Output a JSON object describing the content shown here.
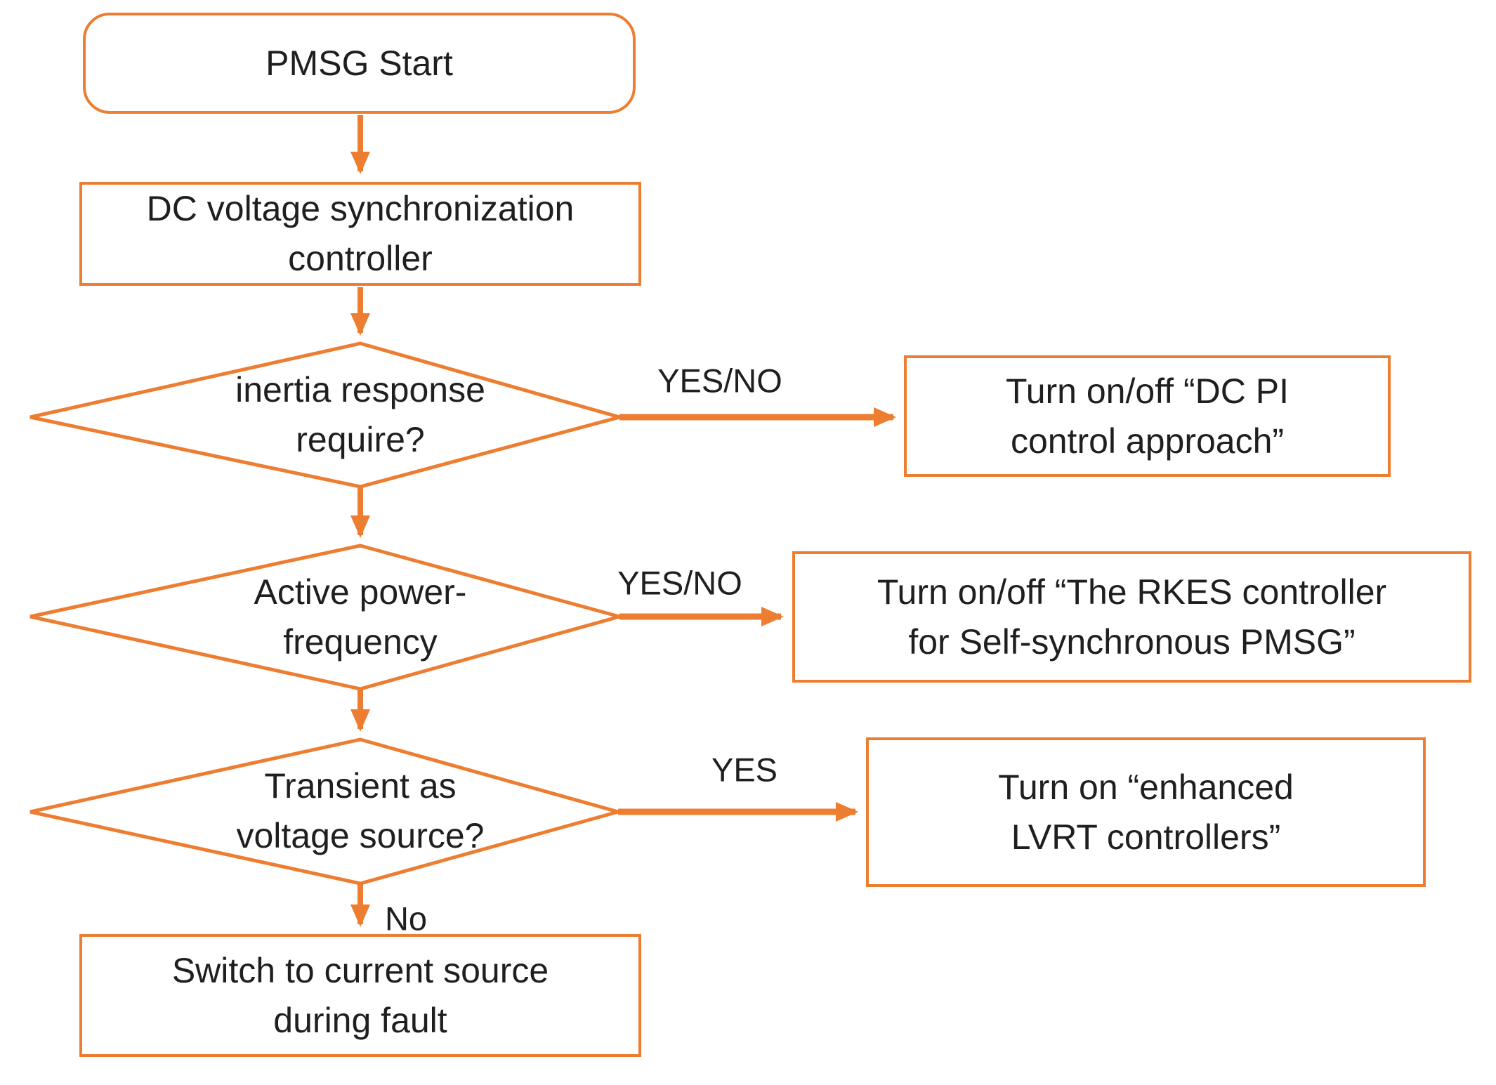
{
  "diagram": {
    "type": "flowchart",
    "accent_color": "#ED7D31",
    "text_color": "#1f1f1f",
    "nodes": {
      "start": {
        "label": "PMSG Start"
      },
      "dc_sync": {
        "line1": "DC voltage synchronization",
        "line2": "controller"
      },
      "decision_inertia": {
        "line1": "inertia response",
        "line2": "require?"
      },
      "action_dc_pi": {
        "line1": "Turn on/off “DC PI",
        "line2": "control approach”"
      },
      "decision_power_freq": {
        "line1": "Active power-",
        "line2": "frequency"
      },
      "action_rkes": {
        "line1": "Turn on/off “The RKES controller",
        "line2": "for Self-synchronous PMSG”"
      },
      "decision_transient": {
        "line1": "Transient as",
        "line2": "voltage source?"
      },
      "action_lvrt": {
        "line1": "Turn on “enhanced",
        "line2": "LVRT controllers”"
      },
      "switch_current": {
        "line1": "Switch to current source",
        "line2": "during fault"
      }
    },
    "edge_labels": {
      "inertia_branch": "YES/NO",
      "power_freq_branch": "YES/NO",
      "transient_yes": "YES",
      "transient_no": "No"
    }
  }
}
